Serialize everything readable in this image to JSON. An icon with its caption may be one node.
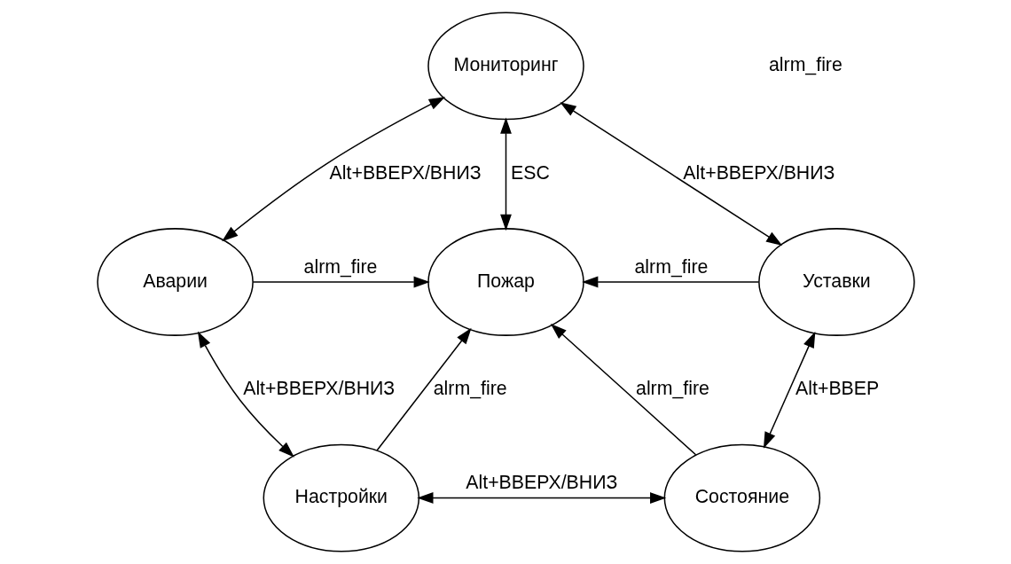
{
  "diagram": {
    "nodes": [
      {
        "text": [
          "Мониторинг"
        ]
      },
      {
        "text": [
          "Аварии"
        ]
      },
      {
        "text": [
          "Пожар"
        ]
      },
      {
        "text": [
          "Уставки"
        ]
      },
      {
        "text": [
          "Настройки"
        ]
      },
      {
        "text": [
          "Состояние"
        ]
      }
    ],
    "edges": [
      {
        "from": 0,
        "to": 1,
        "arrow": "both",
        "label": "Alt+ВВЕРХ/ВНИЗ"
      },
      {
        "from": 0,
        "to": 3,
        "arrow": "both",
        "label": "Alt+ВВЕРХ/ВНИЗ"
      },
      {
        "from": 0,
        "to": 2,
        "arrow": "both",
        "label": "ESC"
      },
      {
        "from": 1,
        "to": 2,
        "arrow": "to",
        "label": "alrm_fire"
      },
      {
        "from": 3,
        "to": 2,
        "arrow": "to",
        "label": "alrm_fire"
      },
      {
        "from": 4,
        "to": 2,
        "arrow": "to",
        "label": "alrm_fire"
      },
      {
        "from": 5,
        "to": 2,
        "arrow": "to",
        "label": "alrm_fire"
      },
      {
        "from": 1,
        "to": 4,
        "arrow": "both",
        "label": "Alt+ВВЕРХ/ВНИЗ"
      },
      {
        "from": 4,
        "to": 5,
        "arrow": "both",
        "label": "Alt+ВВЕРХ/ВНИЗ"
      },
      {
        "from": 3,
        "to": 5,
        "arrow": "both",
        "label": "Alt+ВВЕР"
      }
    ],
    "labels": [
      "alrm_fire"
    ]
  }
}
